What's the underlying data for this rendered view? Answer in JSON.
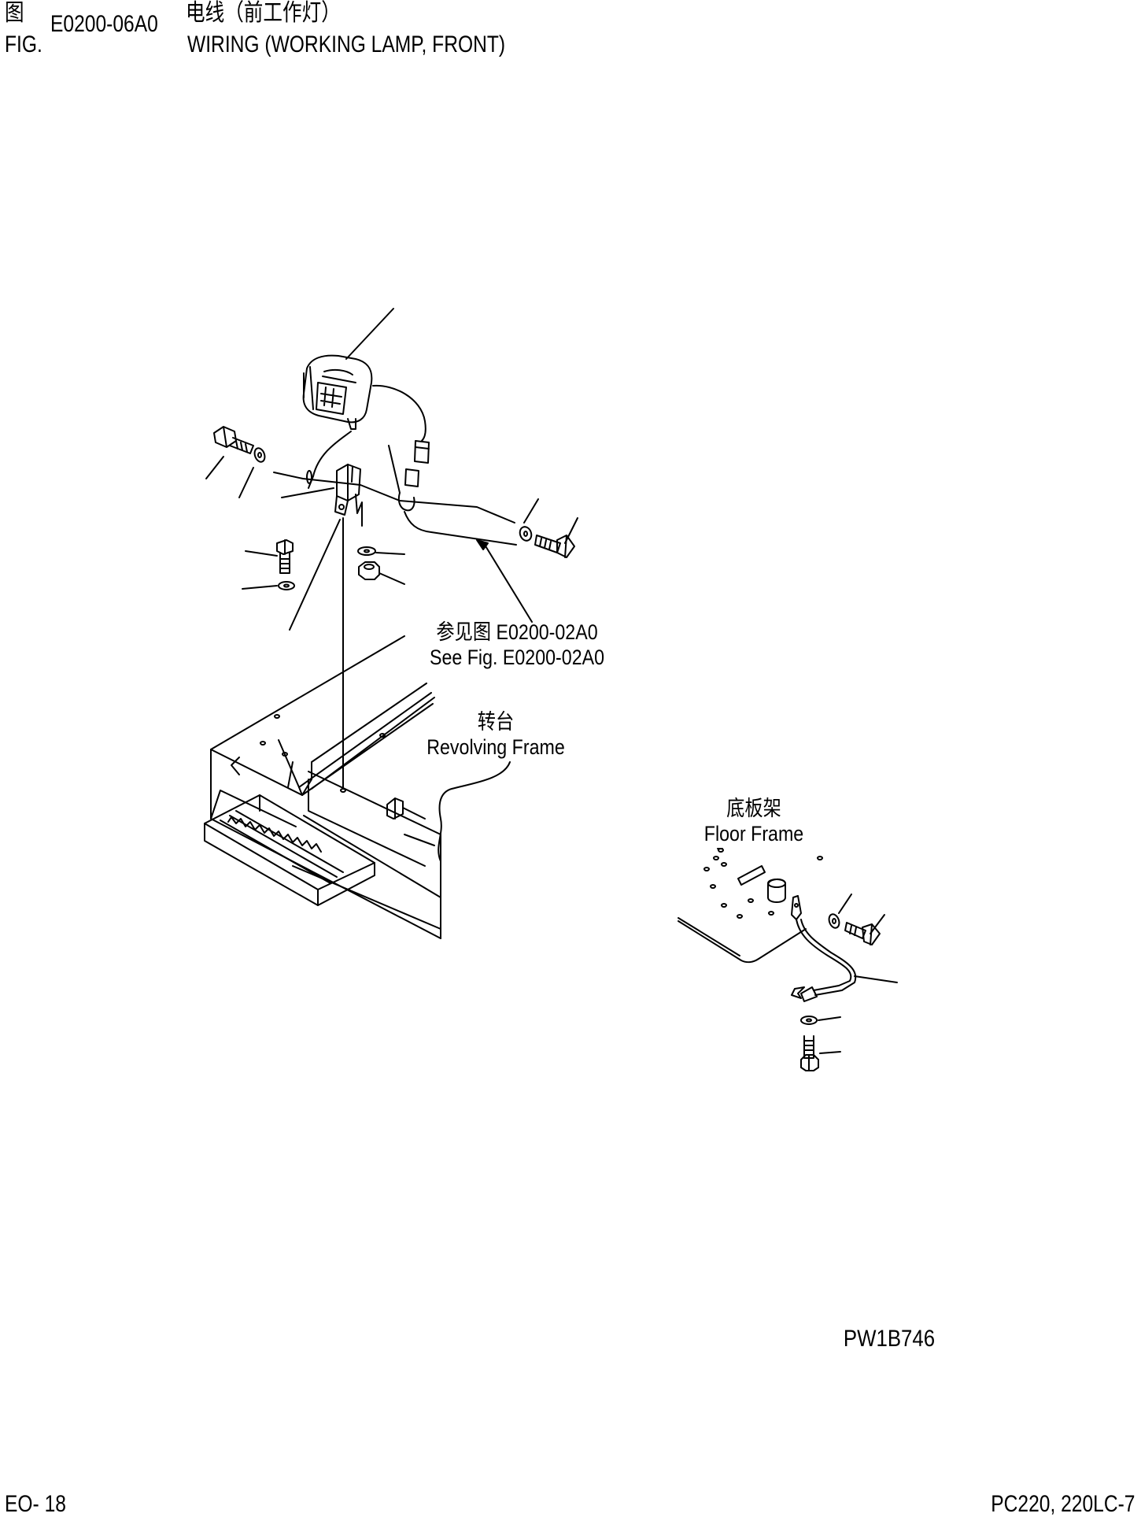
{
  "header": {
    "fig_cn": "图",
    "fig_en": "FIG.",
    "fig_number": "E0200-06A0",
    "title_cn": "电线（前工作灯）",
    "title_en": "WIRING (WORKING LAMP, FRONT)"
  },
  "callouts": {
    "see_fig_cn": "参见图 E0200-02A0",
    "see_fig_en": "See Fig. E0200-02A0",
    "revolving_frame_cn": "转台",
    "revolving_frame_en": "Revolving Frame",
    "floor_frame_cn": "底板架",
    "floor_frame_en": "Floor Frame"
  },
  "illustration_code": "PW1B746",
  "footer": {
    "page": "EO- 18",
    "model": "PC220, 220LC-7"
  }
}
